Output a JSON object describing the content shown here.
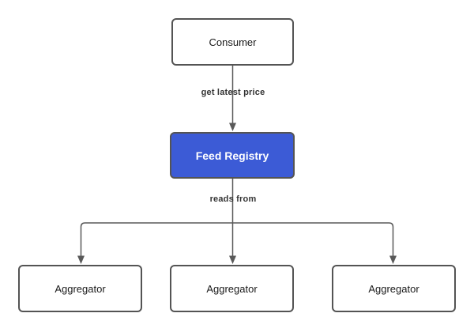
{
  "diagram": {
    "type": "flowchart",
    "background": "#ffffff",
    "colors": {
      "node_fill": "#ffffff",
      "node_border": "#545454",
      "node_text": "#1a1a1a",
      "accent_fill": "#3c5bd6",
      "accent_text": "#ffffff",
      "connector": "#595959",
      "edge_label_text": "#343434"
    },
    "nodes": {
      "consumer": {
        "label": "Consumer"
      },
      "feed_registry": {
        "label": "Feed Registry"
      },
      "aggregator_left": {
        "label": "Aggregator"
      },
      "aggregator_middle": {
        "label": "Aggregator"
      },
      "aggregator_right": {
        "label": "Aggregator"
      }
    },
    "edges": {
      "consumer_to_registry": {
        "label": "get latest price",
        "from": "Consumer",
        "to": "Feed Registry"
      },
      "registry_to_aggregators": {
        "label": "reads from",
        "from": "Feed Registry",
        "to": "Aggregator"
      }
    }
  }
}
